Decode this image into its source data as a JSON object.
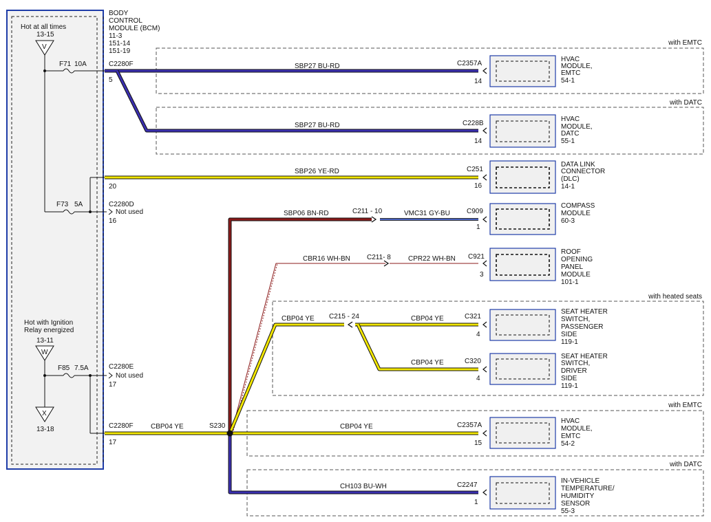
{
  "bcm": {
    "title_lines": [
      "BODY",
      "CONTROL",
      "MODULE (BCM)",
      "11-3",
      "151-14",
      "151-19"
    ],
    "hot_at_all_times": "Hot at all times",
    "ref_13_15": "13-15",
    "hot_with_ignition_1": "Hot with Ignition",
    "hot_with_ignition_2": "Relay energized",
    "ref_13_11": "13-11",
    "ref_13_18": "13-18",
    "v_symbol": "V",
    "w_symbol": "W",
    "x_symbol": "X",
    "f71": "F71",
    "f71_amp": "10A",
    "f73": "F73",
    "f73_amp": "5A",
    "f85": "F85",
    "f85_amp": "7.5A",
    "c2280f_top": "C2280F",
    "pin_5": "5",
    "pin_20": "20",
    "c2280d": "C2280D",
    "not_used_d": "Not used",
    "pin_16": "16",
    "c2280e": "C2280E",
    "not_used_e": "Not used",
    "pin_17e": "17",
    "c2280f_bottom": "C2280F",
    "pin_17": "17",
    "s230": "S230"
  },
  "option_labels": {
    "emtc_1": "with EMTC",
    "datc_1": "with DATC",
    "heated_seats": "with heated seats",
    "emtc_2": "with EMTC",
    "datc_2": "with DATC"
  },
  "circuits": {
    "sbp27_a": "SBP27  BU-RD",
    "sbp27_b": "SBP27  BU-RD",
    "sbp26": "SBP26  YE-RD",
    "sbp06": "SBP06  BN-RD",
    "c211_10": "C211  -  10",
    "vmc31": "VMC31  GY-BU",
    "cbr16": "CBR16  WH-BN",
    "c211_8": "C211- 8",
    "cpr22": "CPR22  WH-BN",
    "cbp04_a": "CBP04   YE",
    "c215_24": "C215  -  24",
    "cbp04_b": "CBP04   YE",
    "cbp04_c": "CBP04   YE",
    "cbp04_d": "CBP04   YE",
    "cbp04_e": "CBP04   YE",
    "ch103": "CH103  BU-WH"
  },
  "components": [
    {
      "connector": "C2357A",
      "pin": "14",
      "lines": [
        "HVAC",
        "MODULE,",
        "EMTC",
        "54-1"
      ]
    },
    {
      "connector": "C228B",
      "pin": "14",
      "lines": [
        "HVAC",
        "MODULE,",
        "DATC",
        "55-1"
      ]
    },
    {
      "connector": "C251",
      "pin": "16",
      "lines": [
        "DATA LINK",
        "CONNECTOR",
        "(DLC)",
        "14-1"
      ]
    },
    {
      "connector": "C909",
      "pin": "1",
      "lines": [
        "COMPASS",
        "MODULE",
        "60-3"
      ]
    },
    {
      "connector": "C921",
      "pin": "3",
      "lines": [
        "ROOF",
        "OPENING",
        "PANEL",
        "MODULE",
        "101-1"
      ]
    },
    {
      "connector": "C321",
      "pin": "4",
      "lines": [
        "SEAT HEATER",
        "SWITCH,",
        "PASSENGER",
        "SIDE",
        "119-1"
      ]
    },
    {
      "connector": "C320",
      "pin": "4",
      "lines": [
        "SEAT HEATER",
        "SWITCH,",
        "DRIVER",
        "SIDE",
        "119-1"
      ]
    },
    {
      "connector": "C2357A",
      "pin": "15",
      "lines": [
        "HVAC",
        "MODULE,",
        "EMTC",
        "54-2"
      ]
    },
    {
      "connector": "C2247",
      "pin": "1",
      "lines": [
        "IN-VEHICLE",
        "TEMPERATURE/",
        "HUMIDITY",
        "SENSOR",
        "55-3"
      ]
    }
  ],
  "colors": {
    "blue": "#3a2fb0",
    "yellow": "#f2e600",
    "red": "#8b1a1a",
    "box_fill": "#f0f0f0",
    "panel_fill": "#f2f2f2",
    "bcm_border": "#1e3ca8"
  }
}
